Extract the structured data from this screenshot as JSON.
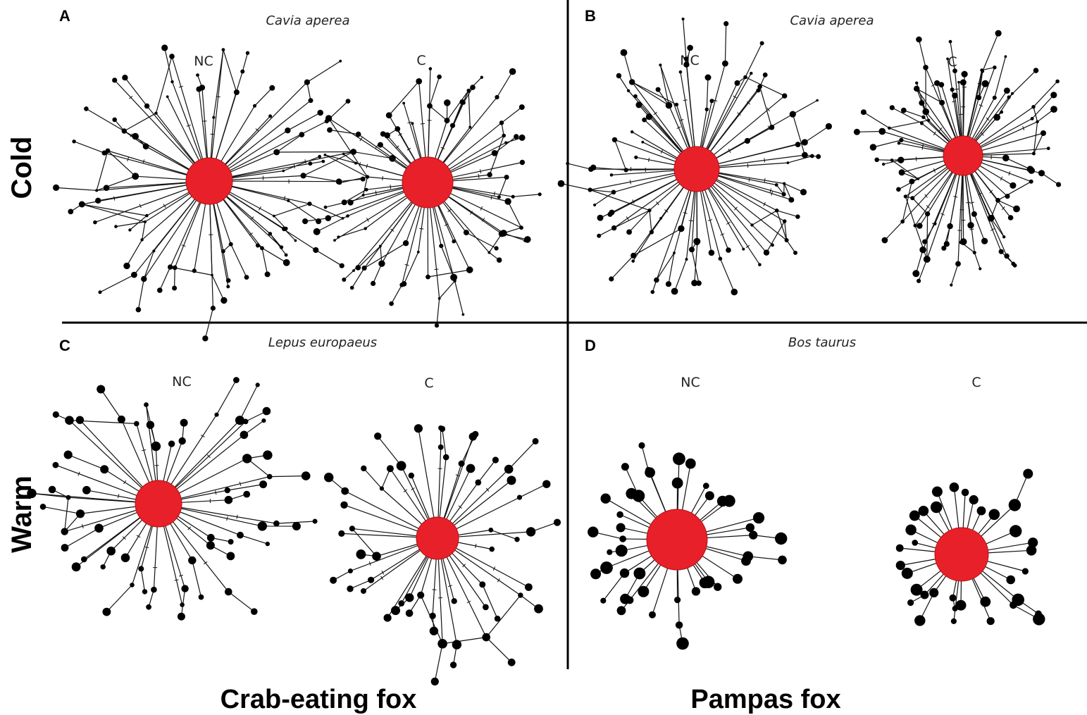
{
  "row_labels": {
    "top": "Cold",
    "bottom": "Warm"
  },
  "column_labels": {
    "left": "Crab-eating fox",
    "right": "Pampas fox"
  },
  "panels": [
    {
      "letter": "A",
      "species": "Cavia aperea",
      "networks": [
        {
          "group": "NC",
          "density": "dense"
        },
        {
          "group": "C",
          "density": "dense"
        }
      ]
    },
    {
      "letter": "B",
      "species": "Cavia aperea",
      "networks": [
        {
          "group": "NC",
          "density": "dense"
        },
        {
          "group": "C",
          "density": "dense"
        }
      ]
    },
    {
      "letter": "C",
      "species": "Lepus europaeus",
      "networks": [
        {
          "group": "NC",
          "density": "medium"
        },
        {
          "group": "C",
          "density": "medium"
        }
      ]
    },
    {
      "letter": "D",
      "species": "Bos taurus",
      "networks": [
        {
          "group": "NC",
          "density": "sparse"
        },
        {
          "group": "C",
          "density": "sparse"
        }
      ]
    }
  ],
  "colors": {
    "hub": "#e8202a",
    "node": "#000000",
    "divider": "#000000"
  }
}
